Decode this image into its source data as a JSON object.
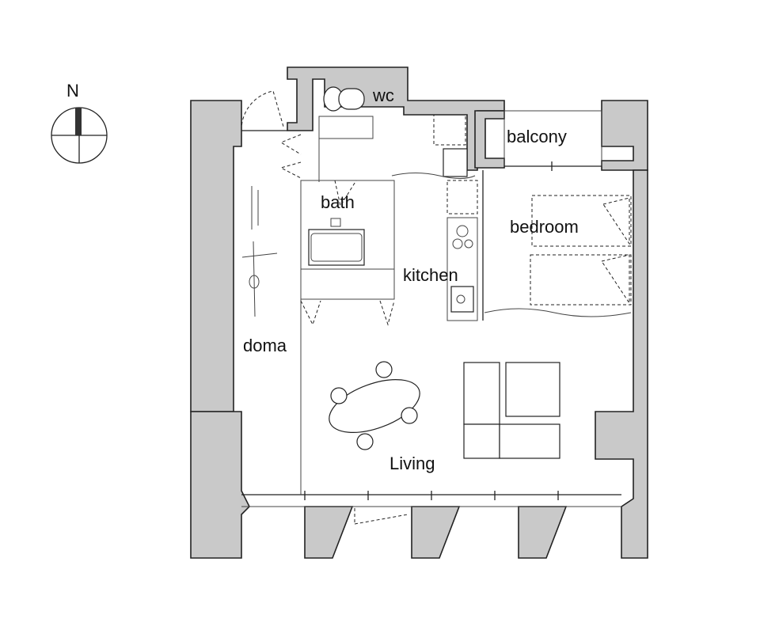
{
  "compass": {
    "label": "N"
  },
  "rooms": {
    "wc": "wc",
    "balcony": "balcony",
    "bath": "bath",
    "bedroom": "bedroom",
    "kitchen": "kitchen",
    "doma": "doma",
    "living": "Living"
  }
}
